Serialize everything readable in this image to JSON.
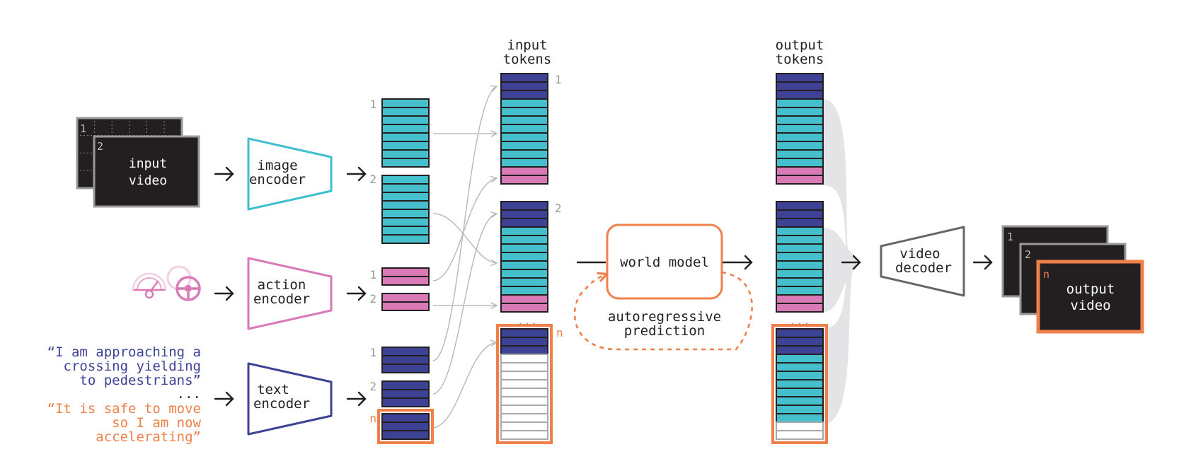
{
  "input_video": {
    "frame1_index": "1",
    "frame2_index": "2",
    "line1": "input",
    "line2": "video"
  },
  "image_encoder": {
    "line1": "image",
    "line2": "encoder"
  },
  "action_encoder": {
    "line1": "action",
    "line2": "encoder"
  },
  "text_encoder": {
    "line1": "text",
    "line2": "encoder"
  },
  "text_prompt": {
    "first": [
      "“I am approaching a",
      "crossing yielding",
      "to pedestrians”"
    ],
    "ellipsis": "...",
    "last": [
      "“It is safe to move",
      "so I am now",
      "accelerating”"
    ]
  },
  "labels": {
    "img1": "1",
    "img2": "2",
    "act1": "1",
    "act2": "2",
    "txt1": "1",
    "txt2": "2",
    "txtn": "n",
    "in_block1": "1",
    "in_block2": "2",
    "in_blockn": "n",
    "in_dots": "...",
    "out_dots": "..."
  },
  "input_tokens_title": [
    "input",
    "tokens"
  ],
  "output_tokens_title": [
    "output",
    "tokens"
  ],
  "world_model": "world model",
  "autoregressive": [
    "autoregressive",
    "prediction"
  ],
  "video_decoder": {
    "line1": "video",
    "line2": "decoder"
  },
  "output_video": {
    "frame1_index": "1",
    "frame2_index": "2",
    "frame3_index": "n",
    "line1": "output",
    "line2": "video"
  },
  "colors": {
    "image_token": "#45bfcc",
    "action_token": "#d97ab6",
    "text_token": "#3d4295",
    "empty_token": "#ffffff",
    "highlight": "#f0804a",
    "image_encoder_stroke": "#3fbfcf",
    "action_encoder_stroke": "#d97ab6",
    "text_encoder_stroke": "#3d4295",
    "decoder_stroke": "#666666",
    "frame_fill": "#231f20",
    "frame_border": "#999999",
    "connector": "#bbbbbb",
    "fan": "#e4e4e6"
  }
}
